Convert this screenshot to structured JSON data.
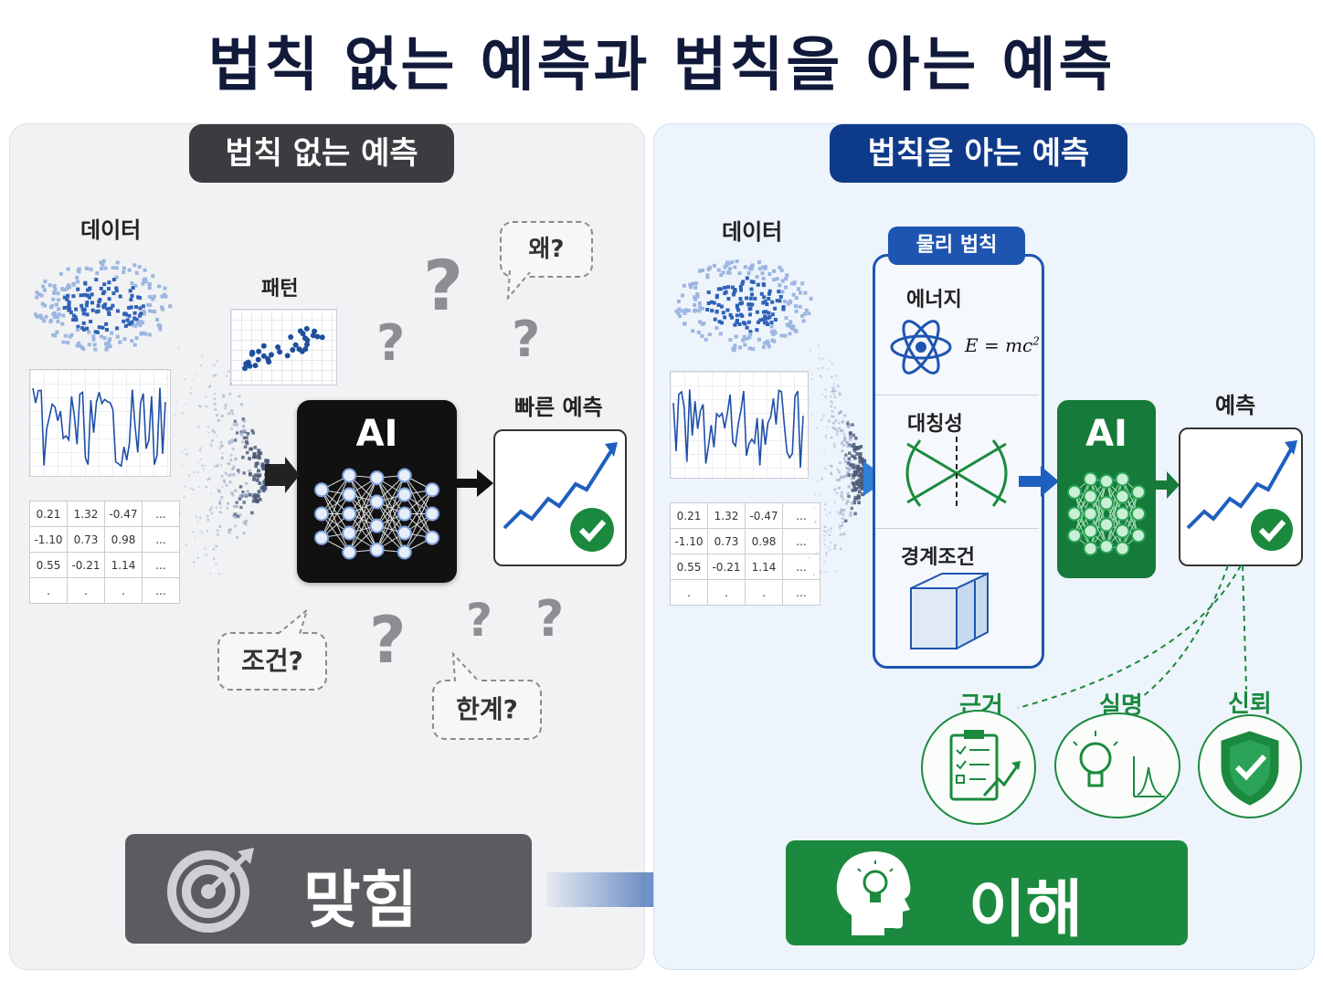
{
  "title": "법칙 없는 예측과 법칙을 아는 예측",
  "left": {
    "header": "법칙 없는 예측",
    "data_label": "데이터",
    "pattern_label": "패턴",
    "ai_label": "AI",
    "result_label": "빠른 예측",
    "bubble_why": "왜?",
    "bubble_condition": "조건?",
    "bubble_limit": "한계?",
    "question_mark": "?",
    "table": [
      [
        "0.21",
        "1.32",
        "-0.47",
        "..."
      ],
      [
        "-1.10",
        "0.73",
        "0.98",
        "..."
      ],
      [
        "0.55",
        "-0.21",
        "1.14",
        "..."
      ],
      [
        ".",
        ".",
        ".",
        "..."
      ]
    ],
    "bottom_label": "맞힘"
  },
  "right": {
    "header": "법칙을 아는 예측",
    "data_label": "데이터",
    "physics_label": "물리 법칙",
    "energy_label": "에너지",
    "formula_lhs": "E = mc",
    "formula_exp": "2",
    "symmetry_label": "대칭성",
    "boundary_label": "경계조건",
    "ai_label": "AI",
    "result_label": "예측",
    "evidence_label": "근거",
    "explanation_label": "실명",
    "trust_label": "신뢰",
    "table": [
      [
        "0.21",
        "1.32",
        "-0.47",
        "..."
      ],
      [
        "-1.10",
        "0.73",
        "0.98",
        "..."
      ],
      [
        "0.55",
        "-0.21",
        "1.14",
        "..."
      ],
      [
        ".",
        ".",
        ".",
        "..."
      ]
    ],
    "bottom_label": "이해"
  },
  "colors": {
    "dark_pill": "#3a3c40",
    "blue_pill": "#0e3a8a",
    "green": "#1b8a3e",
    "blue_accent": "#1f5fbf",
    "gray_box": "#5a5c60"
  }
}
